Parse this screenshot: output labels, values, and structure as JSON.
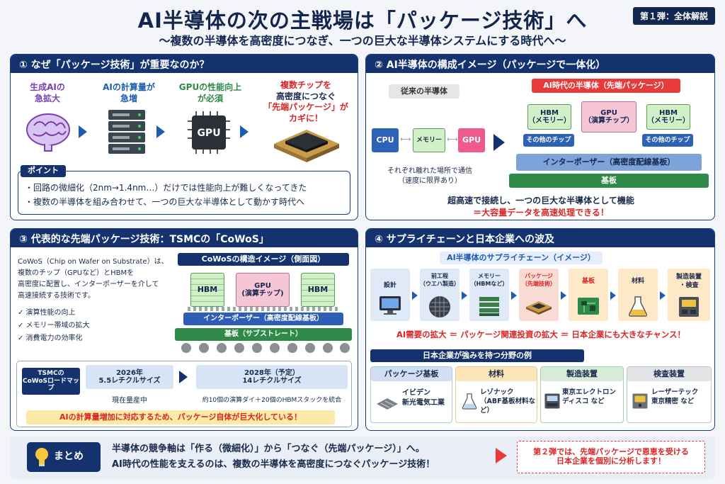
{
  "header": {
    "title": "AI半導体の次の主戦場は「パッケージ技術」へ",
    "subtitle": "〜複数の半導体を高密度につなぎ、一つの巨大な半導体システムにする時代へ〜",
    "badge": "第１弾：全体解説"
  },
  "p1": {
    "title": "① なぜ「パッケージ技術」が重要なのか？",
    "steps": [
      "生成AIの\n急拡大",
      "AIの計算量が\n急増",
      "GPUの性能向上\nが必須"
    ],
    "gpu_label": "GPU",
    "highlight": [
      "複数チップを",
      "高密度につなぐ",
      "「先端パッケージ」が",
      "カギに！"
    ],
    "point_label": "ポイント",
    "points": [
      "・回路の微細化（2nm→1.4nm…）だけでは性能向上が難しくなってきた",
      "・複数の半導体を組み合わせて、一つの巨大な半導体として動かす時代へ"
    ]
  },
  "p2": {
    "title": "② AI半導体の構成イメージ（パッケージで一体化）",
    "old_label": "従来の半導体",
    "cpu": "CPU",
    "mem": "メモリー",
    "gpu": "GPU",
    "old_note": "それぞれ離れた場所で通信\n（速度に限界あり）",
    "new_label": "AI時代の半導体（先端パッケージ）",
    "hbm": "HBM\n（メモリー）",
    "gpu_chip": "GPU\n（演算チップ）",
    "other": "その他のチップ",
    "interposer": "インターポーザー（高密度配線基板）",
    "substrate": "基板",
    "caption1": "超高速で接続し、一つの巨大な半導体として機能",
    "caption2": "＝大容量データを高速処理できる！"
  },
  "p3": {
    "title": "③ 代表的な先端パッケージ技術：TSMCの「CoWoS」",
    "desc": [
      "CoWoS（Chip on Wafer on Substrate）は、",
      "複数のチップ（GPUなど）とHBMを",
      "高密度に配置し、インターポーザーを介して",
      "高速接続する技術です。"
    ],
    "benefits": [
      "✓ 演算性能の向上",
      "✓ メモリー帯域の拡大",
      "✓ 消費電力の効率化"
    ],
    "diagram_title": "CoWoSの構造イメージ（側面図）",
    "hbm": "HBM",
    "gpu": "GPU\n(演算チップ)",
    "interposer": "インターポーザー（高密度配線基板）",
    "substrate": "基板（サブストレート）",
    "roadmap_label": "TSMCの\nCoWoSロードマップ",
    "r1": "2026年\n5.5レチクルサイズ",
    "r1_note": "現在量産中",
    "r2": "2028年（予定）\n14レチクルサイズ",
    "r2_note": "約10個の演算ダイ＋20個のHBMスタックを統合",
    "banner": "AIの計算量増加に対応するため、パッケージ自体が巨大化している！"
  },
  "p4": {
    "title": "④ サプライチェーンと日本企業への波及",
    "chain_title": "AI半導体のサプライチェーン（イメージ）",
    "chain": [
      "設計",
      "前工程\n（ウエハ製造）",
      "メモリー\n（HBMなど）",
      "パッケージ\n（先端技術）",
      "基板",
      "材料",
      "製造装置\n・検査"
    ],
    "chain_banner": "AI需要の拡大 ＝ パッケージ関連投資の拡大 ＝ 日本企業にも大きなチャンス！",
    "jp_title": "日本企業が強みを持つ分野の例",
    "categories": [
      {
        "name": "パッケージ基板",
        "companies": "イビデン\n新光電気工業"
      },
      {
        "name": "材料",
        "companies": "レゾナック\n（ABF基板材料など）"
      },
      {
        "name": "製造装置",
        "companies": "東京エレクトロン\nディスコ など"
      },
      {
        "name": "検査装置",
        "companies": "レーザーテック\n東京精密 など"
      }
    ]
  },
  "summary": {
    "label": "まとめ",
    "line1": "半導体の競争軸は「作る（微細化）」から「つなぐ（先端パッケージ）」へ。",
    "line2": "AI時代の性能を支えるのは、複数の半導体を高密度につなぐパッケージ技術！",
    "next": "第２弾では、先端パッケージで恩恵を受ける\n日本企業を個別に分析します！"
  },
  "colors": {
    "navy": "#13326e",
    "blue": "#2d62b6",
    "red": "#d92525",
    "green": "#2f8a4a"
  }
}
